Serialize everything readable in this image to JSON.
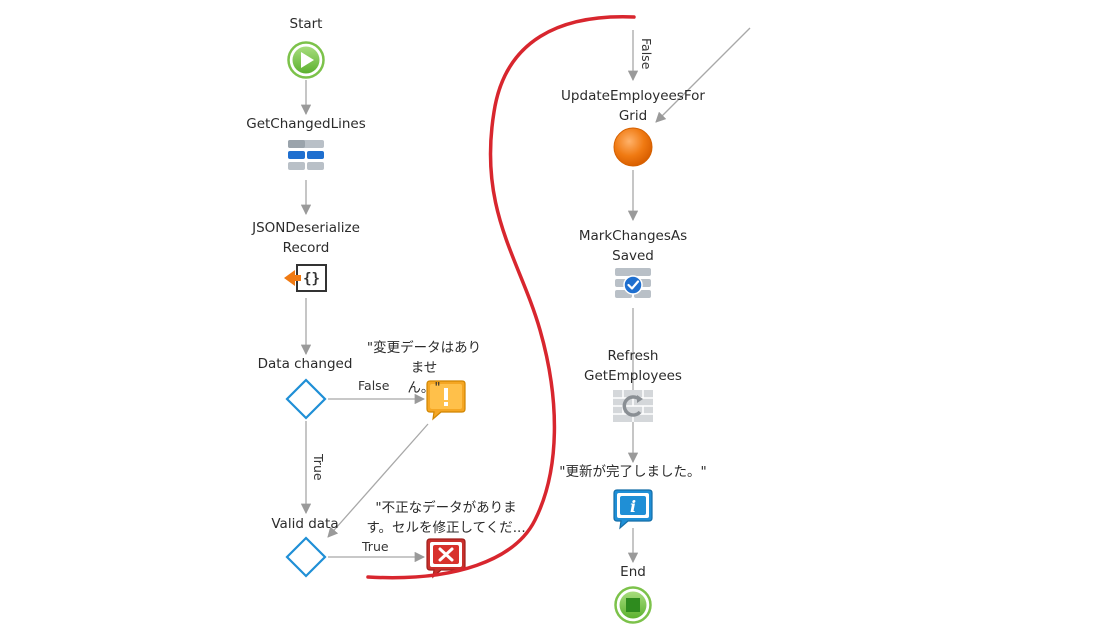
{
  "left_flow": {
    "start": "Start",
    "get_changed_lines": "GetChangedLines",
    "json_deserialize": "JSONDeserialize\nRecord",
    "data_changed": "Data changed",
    "valid_data": "Valid data",
    "message_no_change": "\"変更データはありませ\nん。\"",
    "message_invalid": "\"不正なデータがありま\nす。セルを修正してくだ...",
    "edge_false": "False",
    "edge_true_vertical": "True",
    "edge_true_horizontal": "True"
  },
  "right_flow": {
    "edge_false_top": "False",
    "update_employees": "UpdateEmployeesFor\nGrid",
    "mark_changes": "MarkChangesAs\nSaved",
    "refresh": "Refresh\nGetEmployees",
    "message_done": "\"更新が完了しました。\"",
    "end": "End"
  },
  "colors": {
    "start_green": "#6bbf3a",
    "end_green": "#55b034",
    "orange_node": "#f07a12",
    "decision_blue": "#1f8fd6",
    "warning_yellow": "#f5a623",
    "error_red": "#c9302c",
    "info_blue": "#1f8fd6",
    "annotation_red": "#d8262e",
    "connector_gray": "#a8a8a8"
  },
  "icons": {
    "start": "play-circle-icon",
    "aggregate": "aggregate-table-icon",
    "json": "json-deserialize-icon",
    "decision": "diamond-decision-icon",
    "warning": "warning-message-icon",
    "error": "error-message-icon",
    "server_action": "server-action-circle-icon",
    "mark_saved": "aggregate-check-icon",
    "refresh": "refresh-data-icon",
    "info": "info-message-icon",
    "end": "end-circle-icon"
  }
}
